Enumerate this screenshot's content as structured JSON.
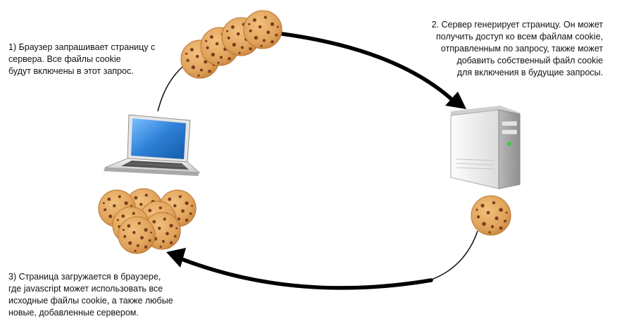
{
  "steps": [
    {
      "lines": [
        "1) Браузер запрашивает страницу с",
        "сервера. Все файлы cookie",
        "будут включены в этот запрос."
      ]
    },
    {
      "lines": [
        "2. Сервер  генерирует страницу. Он может",
        "получить доступ ко всем файлам cookie,",
        "отправленным по запросу, также может",
        "добавить собственный файл cookie",
        "для включения в будущие запросы."
      ]
    },
    {
      "lines": [
        "3) Страница загружается в браузере,",
        "где javascript может использовать все",
        "исходные файлы cookie, а также любые",
        "новые, добавленные сервером."
      ]
    }
  ],
  "icons": {
    "laptop": "laptop-icon",
    "server": "server-icon",
    "cookie": "cookie-icon"
  },
  "colors": {
    "arc": "#1a1a1a",
    "arrow": "#000000",
    "cookie_base": "#e3a65d",
    "cookie_edge": "#c9853c",
    "cookie_chip": "#7a3f1e",
    "laptop_screen": "#2d7fd6",
    "server_body": "#e8e8e8",
    "server_led": "#3cc94a"
  }
}
